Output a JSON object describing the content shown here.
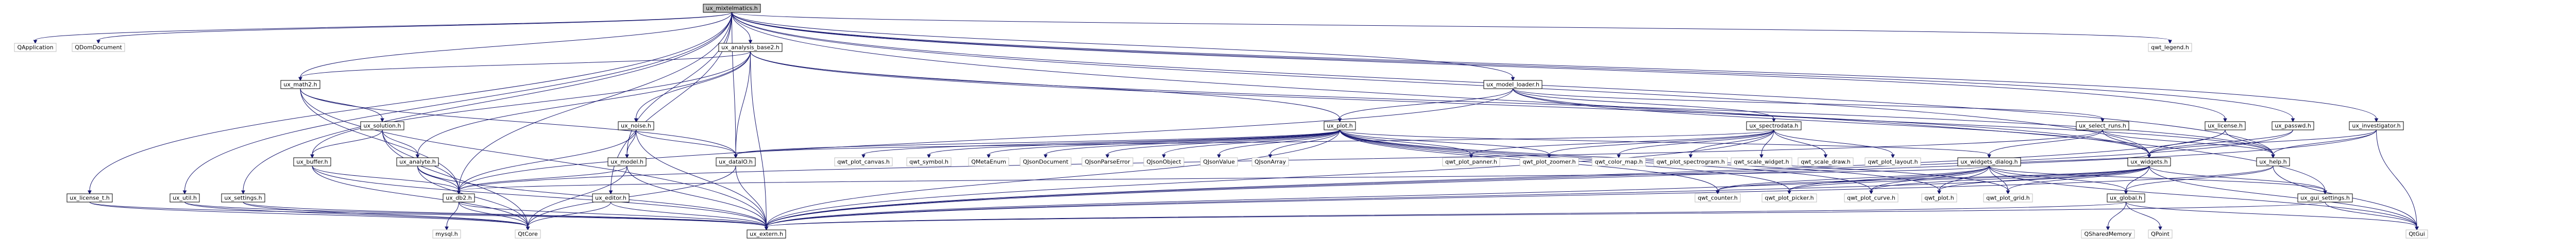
{
  "diagram": {
    "root": "ux_mixtelmatics.h",
    "nodes": [
      {
        "id": "root",
        "label": "ux_mixtelmatics.h",
        "kind": "root"
      },
      {
        "id": "QApplication",
        "label": "QApplication",
        "kind": "ext"
      },
      {
        "id": "QDomDocument",
        "label": "QDomDocument",
        "kind": "ext"
      },
      {
        "id": "ux_math2",
        "label": "ux_math2.h",
        "kind": "normal"
      },
      {
        "id": "ux_analysis_base2",
        "label": "ux_analysis_base2.h",
        "kind": "normal"
      },
      {
        "id": "ux_model_loader",
        "label": "ux_model_loader.h",
        "kind": "normal"
      },
      {
        "id": "ux_legend",
        "label": "qwt_legend.h",
        "kind": "ext"
      },
      {
        "id": "ux_solution",
        "label": "ux_solution.h",
        "kind": "normal"
      },
      {
        "id": "ux_noise",
        "label": "ux_noise.h",
        "kind": "normal"
      },
      {
        "id": "ux_plot",
        "label": "ux_plot.h",
        "kind": "normal"
      },
      {
        "id": "ux_spectrodata",
        "label": "ux_spectrodata.h",
        "kind": "normal"
      },
      {
        "id": "ux_select_runs",
        "label": "ux_select_runs.h",
        "kind": "normal"
      },
      {
        "id": "ux_license",
        "label": "ux_license.h",
        "kind": "normal"
      },
      {
        "id": "ux_passwd",
        "label": "ux_passwd.h",
        "kind": "normal"
      },
      {
        "id": "ux_investigator",
        "label": "ux_investigator.h",
        "kind": "normal"
      },
      {
        "id": "ux_buffer",
        "label": "ux_buffer.h",
        "kind": "normal"
      },
      {
        "id": "ux_analyte",
        "label": "ux_analyte.h",
        "kind": "normal"
      },
      {
        "id": "ux_model",
        "label": "ux_model.h",
        "kind": "normal"
      },
      {
        "id": "ux_dataIO",
        "label": "ux_dataIO.h",
        "kind": "normal"
      },
      {
        "id": "qwt_plot_canvas",
        "label": "qwt_plot_canvas.h",
        "kind": "ext"
      },
      {
        "id": "qwt_symbol",
        "label": "qwt_symbol.h",
        "kind": "ext"
      },
      {
        "id": "QMetaEnum",
        "label": "QMetaEnum",
        "kind": "ext"
      },
      {
        "id": "QJsonDocument",
        "label": "QJsonDocument",
        "kind": "ext"
      },
      {
        "id": "QJsonParseError",
        "label": "QJsonParseError",
        "kind": "ext"
      },
      {
        "id": "QJsonObject",
        "label": "QJsonObject",
        "kind": "ext"
      },
      {
        "id": "QJsonValue",
        "label": "QJsonValue",
        "kind": "ext"
      },
      {
        "id": "QJsonArray",
        "label": "QJsonArray",
        "kind": "ext"
      },
      {
        "id": "qwt_plot_panner",
        "label": "qwt_plot_panner.h",
        "kind": "ext"
      },
      {
        "id": "qwt_plot_zoomer",
        "label": "qwt_plot_zoomer.h",
        "kind": "ext"
      },
      {
        "id": "qwt_color_map",
        "label": "qwt_color_map.h",
        "kind": "ext"
      },
      {
        "id": "qwt_plot_spectrogram",
        "label": "qwt_plot_spectrogram.h",
        "kind": "ext"
      },
      {
        "id": "qwt_scale_widget",
        "label": "qwt_scale_widget.h",
        "kind": "ext"
      },
      {
        "id": "qwt_scale_draw",
        "label": "qwt_scale_draw.h",
        "kind": "ext"
      },
      {
        "id": "qwt_plot_layout",
        "label": "qwt_plot_layout.h",
        "kind": "ext"
      },
      {
        "id": "ux_widgets_dialog",
        "label": "ux_widgets_dialog.h",
        "kind": "normal"
      },
      {
        "id": "ux_widgets",
        "label": "ux_widgets.h",
        "kind": "normal"
      },
      {
        "id": "ux_help",
        "label": "ux_help.h",
        "kind": "normal"
      },
      {
        "id": "ux_license_t",
        "label": "ux_license_t.h",
        "kind": "normal"
      },
      {
        "id": "ux_util",
        "label": "ux_util.h",
        "kind": "normal"
      },
      {
        "id": "ux_settings",
        "label": "ux_settings.h",
        "kind": "normal"
      },
      {
        "id": "ux_db2",
        "label": "ux_db2.h",
        "kind": "normal"
      },
      {
        "id": "ux_editor",
        "label": "ux_editor.h",
        "kind": "normal"
      },
      {
        "id": "qwt_counter",
        "label": "qwt_counter.h",
        "kind": "ext"
      },
      {
        "id": "qwt_plot_picker",
        "label": "qwt_plot_picker.h",
        "kind": "ext"
      },
      {
        "id": "qwt_plot_curve",
        "label": "qwt_plot_curve.h",
        "kind": "ext"
      },
      {
        "id": "qwt_plot",
        "label": "qwt_plot.h",
        "kind": "ext"
      },
      {
        "id": "qwt_plot_grid",
        "label": "qwt_plot_grid.h",
        "kind": "ext"
      },
      {
        "id": "ux_global",
        "label": "ux_global.h",
        "kind": "normal"
      },
      {
        "id": "ux_gui_settings",
        "label": "ux_gui_settings.h",
        "kind": "normal"
      },
      {
        "id": "QtGui",
        "label": "QtGui",
        "kind": "ext"
      },
      {
        "id": "mysql",
        "label": "mysql.h",
        "kind": "ext"
      },
      {
        "id": "QtCore",
        "label": "QtCore",
        "kind": "ext"
      },
      {
        "id": "ux_extern",
        "label": "ux_extern.h",
        "kind": "normal"
      },
      {
        "id": "QSharedMemory",
        "label": "QSharedMemory",
        "kind": "ext"
      },
      {
        "id": "QPoint",
        "label": "QPoint",
        "kind": "ext"
      }
    ],
    "edges": [
      [
        "root",
        "QApplication"
      ],
      [
        "root",
        "QDomDocument"
      ],
      [
        "root",
        "ux_math2"
      ],
      [
        "root",
        "ux_analysis_base2"
      ],
      [
        "root",
        "ux_model_loader"
      ],
      [
        "root",
        "ux_legend"
      ],
      [
        "root",
        "ux_license_t"
      ],
      [
        "root",
        "ux_util"
      ],
      [
        "root",
        "ux_settings"
      ],
      [
        "root",
        "ux_db2"
      ],
      [
        "root",
        "ux_editor"
      ],
      [
        "root",
        "ux_license"
      ],
      [
        "root",
        "ux_passwd"
      ],
      [
        "root",
        "ux_investigator"
      ],
      [
        "root",
        "ux_widgets"
      ],
      [
        "root",
        "ux_help"
      ],
      [
        "root",
        "ux_gui_settings"
      ],
      [
        "root",
        "ux_dataIO"
      ],
      [
        "root",
        "ux_model"
      ],
      [
        "ux_analysis_base2",
        "ux_math2"
      ],
      [
        "ux_analysis_base2",
        "ux_noise"
      ],
      [
        "ux_analysis_base2",
        "ux_plot"
      ],
      [
        "ux_analysis_base2",
        "ux_buffer"
      ],
      [
        "ux_analysis_base2",
        "ux_analyte"
      ],
      [
        "ux_analysis_base2",
        "ux_dataIO"
      ],
      [
        "ux_analysis_base2",
        "ux_widgets"
      ],
      [
        "ux_analysis_base2",
        "ux_extern"
      ],
      [
        "ux_analysis_base2",
        "ux_help"
      ],
      [
        "ux_math2",
        "ux_solution"
      ],
      [
        "ux_math2",
        "ux_dataIO"
      ],
      [
        "ux_math2",
        "ux_extern"
      ],
      [
        "ux_math2",
        "ux_db2"
      ],
      [
        "ux_solution",
        "ux_buffer"
      ],
      [
        "ux_solution",
        "ux_analyte"
      ],
      [
        "ux_solution",
        "ux_db2"
      ],
      [
        "ux_solution",
        "QtCore"
      ],
      [
        "ux_buffer",
        "ux_db2"
      ],
      [
        "ux_buffer",
        "QtCore"
      ],
      [
        "ux_buffer",
        "ux_extern"
      ],
      [
        "ux_analyte",
        "ux_db2"
      ],
      [
        "ux_analyte",
        "QtCore"
      ],
      [
        "ux_analyte",
        "ux_extern"
      ],
      [
        "ux_noise",
        "ux_model"
      ],
      [
        "ux_noise",
        "ux_dataIO"
      ],
      [
        "ux_noise",
        "ux_db2"
      ],
      [
        "ux_noise",
        "ux_extern"
      ],
      [
        "ux_model",
        "ux_db2"
      ],
      [
        "ux_model",
        "QtCore"
      ],
      [
        "ux_model",
        "ux_extern"
      ],
      [
        "ux_dataIO",
        "QtCore"
      ],
      [
        "ux_dataIO",
        "ux_extern"
      ],
      [
        "ux_model_loader",
        "ux_plot"
      ],
      [
        "ux_model_loader",
        "ux_spectrodata"
      ],
      [
        "ux_model_loader",
        "ux_select_runs"
      ],
      [
        "ux_model_loader",
        "ux_widgets"
      ],
      [
        "ux_model_loader",
        "ux_help"
      ],
      [
        "ux_model_loader",
        "ux_db2"
      ],
      [
        "ux_plot",
        "qwt_plot_canvas"
      ],
      [
        "ux_plot",
        "qwt_symbol"
      ],
      [
        "ux_plot",
        "QMetaEnum"
      ],
      [
        "ux_plot",
        "QJsonDocument"
      ],
      [
        "ux_plot",
        "QJsonParseError"
      ],
      [
        "ux_plot",
        "QJsonObject"
      ],
      [
        "ux_plot",
        "QJsonValue"
      ],
      [
        "ux_plot",
        "QJsonArray"
      ],
      [
        "ux_plot",
        "qwt_plot_panner"
      ],
      [
        "ux_plot",
        "qwt_plot_zoomer"
      ],
      [
        "ux_plot",
        "ux_widgets_dialog"
      ],
      [
        "ux_plot",
        "qwt_counter"
      ],
      [
        "ux_plot",
        "qwt_plot_picker"
      ],
      [
        "ux_plot",
        "qwt_plot_curve"
      ],
      [
        "ux_plot",
        "qwt_plot"
      ],
      [
        "ux_plot",
        "qwt_plot_grid"
      ],
      [
        "ux_plot",
        "ux_dataIO"
      ],
      [
        "ux_plot",
        "ux_extern"
      ],
      [
        "ux_spectrodata",
        "qwt_color_map"
      ],
      [
        "ux_spectrodata",
        "qwt_plot_spectrogram"
      ],
      [
        "ux_spectrodata",
        "qwt_scale_widget"
      ],
      [
        "ux_spectrodata",
        "qwt_scale_draw"
      ],
      [
        "ux_spectrodata",
        "qwt_plot_layout"
      ],
      [
        "ux_spectrodata",
        "qwt_plot_panner"
      ],
      [
        "ux_spectrodata",
        "qwt_plot_zoomer"
      ],
      [
        "ux_spectrodata",
        "ux_dataIO"
      ],
      [
        "ux_spectrodata",
        "ux_extern"
      ],
      [
        "ux_select_runs",
        "ux_widgets_dialog"
      ],
      [
        "ux_select_runs",
        "ux_widgets"
      ],
      [
        "ux_select_runs",
        "ux_help"
      ],
      [
        "ux_select_runs",
        "ux_db2"
      ],
      [
        "ux_license",
        "ux_widgets"
      ],
      [
        "ux_license",
        "ux_help"
      ],
      [
        "ux_license",
        "ux_extern"
      ],
      [
        "ux_passwd",
        "ux_widgets"
      ],
      [
        "ux_passwd",
        "ux_extern"
      ],
      [
        "ux_investigator",
        "ux_widgets"
      ],
      [
        "ux_investigator",
        "ux_help"
      ],
      [
        "ux_investigator",
        "ux_extern"
      ],
      [
        "ux_investigator",
        "QtGui"
      ],
      [
        "ux_widgets_dialog",
        "ux_widgets"
      ],
      [
        "ux_widgets_dialog",
        "ux_db2"
      ],
      [
        "ux_widgets_dialog",
        "qwt_counter"
      ],
      [
        "ux_widgets_dialog",
        "qwt_plot_picker"
      ],
      [
        "ux_widgets_dialog",
        "qwt_plot_curve"
      ],
      [
        "ux_widgets_dialog",
        "qwt_plot"
      ],
      [
        "ux_widgets_dialog",
        "qwt_plot_grid"
      ],
      [
        "ux_widgets_dialog",
        "ux_global"
      ],
      [
        "ux_widgets_dialog",
        "ux_gui_settings"
      ],
      [
        "ux_widgets_dialog",
        "QtGui"
      ],
      [
        "ux_widgets_dialog",
        "ux_extern"
      ],
      [
        "ux_widgets",
        "qwt_counter"
      ],
      [
        "ux_widgets",
        "qwt_plot_picker"
      ],
      [
        "ux_widgets",
        "qwt_plot_curve"
      ],
      [
        "ux_widgets",
        "qwt_plot"
      ],
      [
        "ux_widgets",
        "qwt_plot_grid"
      ],
      [
        "ux_widgets",
        "ux_global"
      ],
      [
        "ux_widgets",
        "ux_gui_settings"
      ],
      [
        "ux_widgets",
        "QtGui"
      ],
      [
        "ux_widgets",
        "ux_extern"
      ],
      [
        "ux_help",
        "ux_extern"
      ],
      [
        "ux_help",
        "QtGui"
      ],
      [
        "ux_help",
        "ux_global"
      ],
      [
        "ux_license_t",
        "ux_extern"
      ],
      [
        "ux_license_t",
        "QtCore"
      ],
      [
        "ux_util",
        "ux_extern"
      ],
      [
        "ux_util",
        "QtCore"
      ],
      [
        "ux_settings",
        "QtCore"
      ],
      [
        "ux_settings",
        "ux_extern"
      ],
      [
        "ux_db2",
        "mysql"
      ],
      [
        "ux_db2",
        "QtCore"
      ],
      [
        "ux_db2",
        "ux_extern"
      ],
      [
        "ux_editor",
        "QtCore"
      ],
      [
        "ux_editor",
        "ux_extern"
      ],
      [
        "ux_global",
        "QSharedMemory"
      ],
      [
        "ux_global",
        "QPoint"
      ],
      [
        "ux_global",
        "QtGui"
      ],
      [
        "ux_global",
        "ux_extern"
      ],
      [
        "ux_gui_settings",
        "QtGui"
      ],
      [
        "ux_gui_settings",
        "ux_extern"
      ]
    ]
  }
}
